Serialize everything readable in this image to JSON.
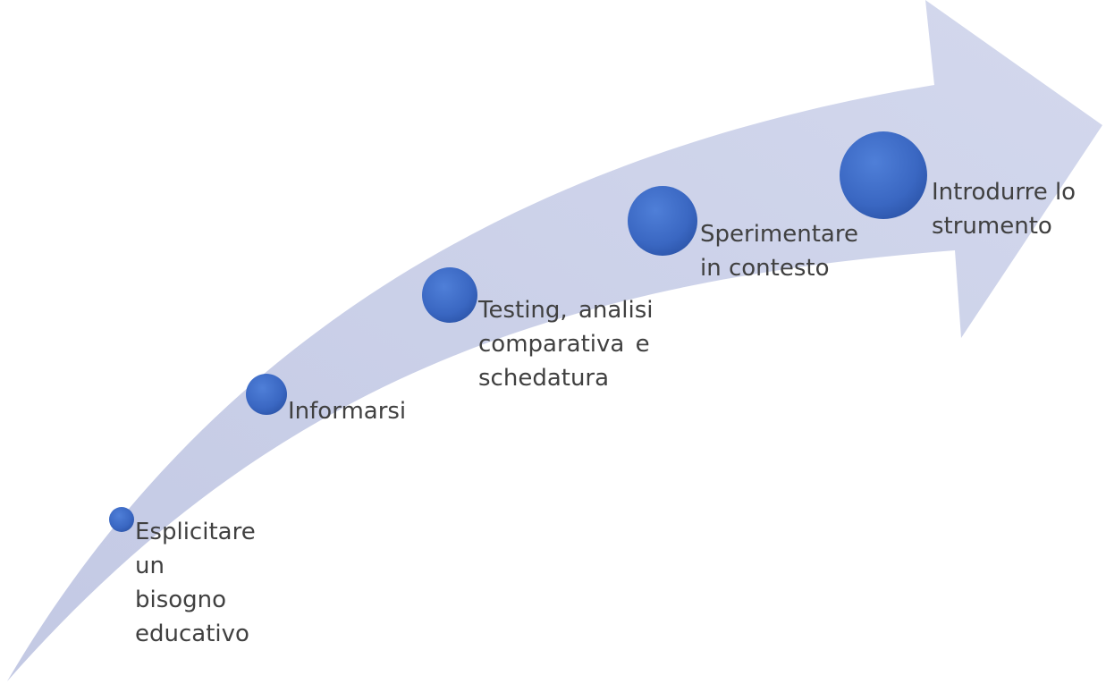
{
  "diagram": {
    "colors": {
      "arrow_fill": "#c9cfe6",
      "arrow_fill_light": "#dde1f0",
      "node_fill": "#3f6fc9",
      "node_fill_dark": "#2a55a8",
      "node_fill_light": "#5b8ade",
      "label_color": "#404040"
    },
    "steps": [
      {
        "lines": [
          "Esplicitare",
          "un",
          "bisogno",
          "educativo"
        ]
      },
      {
        "lines": [
          "Informarsi"
        ]
      },
      {
        "lines": [
          "Testing,  analisi",
          "comparativa  e",
          "schedatura"
        ]
      },
      {
        "lines": [
          "Sperimentare",
          "in contesto"
        ]
      },
      {
        "lines": [
          "Introdurre lo",
          "strumento"
        ]
      }
    ]
  }
}
